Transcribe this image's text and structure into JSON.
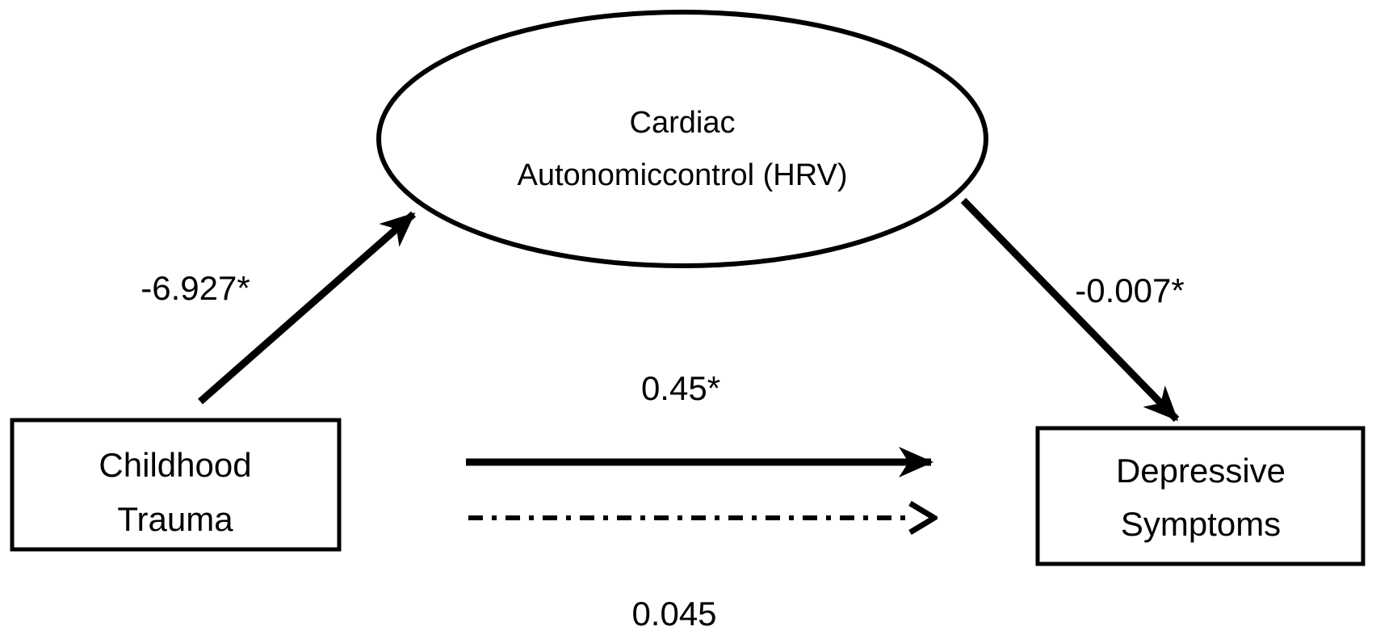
{
  "figure": {
    "type": "mediation-path-diagram",
    "colors": {
      "ink": "#000000",
      "background": "#ffffff"
    },
    "mediator": {
      "label_line1": "Cardiac",
      "label_line2": "Autonomiccontrol (HRV)"
    },
    "predictor": {
      "label_line1": "Childhood",
      "label_line2": "Trauma"
    },
    "outcome": {
      "label_line1": "Depressive",
      "label_line2": "Symptoms"
    },
    "paths": {
      "a": {
        "from": "Childhood Trauma",
        "to": "Cardiac Autonomiccontrol (HRV)",
        "label": "-6.927*",
        "style": "solid"
      },
      "b": {
        "from": "Cardiac Autonomiccontrol (HRV)",
        "to": "Depressive Symptoms",
        "label": "-0.007*",
        "style": "solid"
      },
      "direct": {
        "from": "Childhood Trauma",
        "to": "Depressive Symptoms",
        "label": "0.45*",
        "style": "solid"
      },
      "indirect": {
        "from": "Childhood Trauma",
        "to": "Depressive Symptoms",
        "label": "0.045",
        "style": "dash-dot"
      }
    }
  }
}
